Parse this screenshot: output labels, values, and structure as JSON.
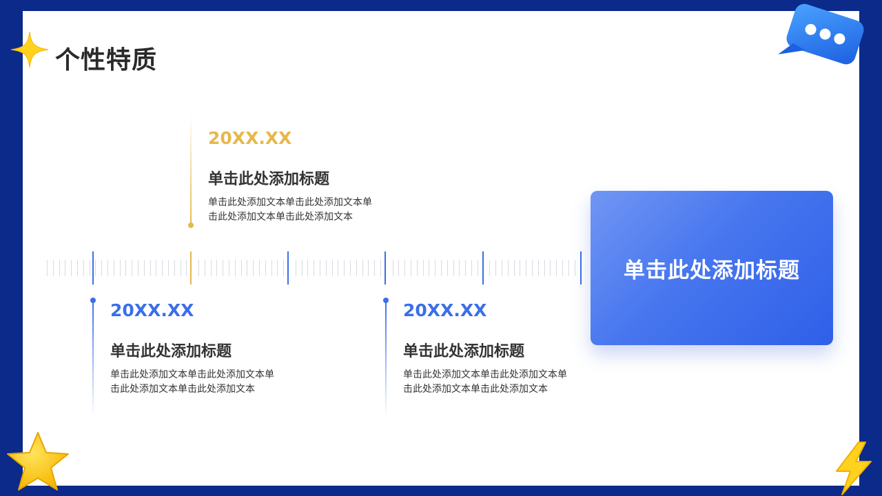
{
  "slide": {
    "title": "个性特质",
    "feature_card": {
      "label": "单击此处添加标题"
    },
    "timeline": [
      {
        "date": "20XX.XX",
        "heading": "单击此处添加标题",
        "body": "单击此处添加文本单击此处添加文本单击此处添加文本单击此处添加文本",
        "color": "#e6b84a"
      },
      {
        "date": "20XX.XX",
        "heading": "单击此处添加标题",
        "body": "单击此处添加文本单击此处添加文本单击此处添加文本单击此处添加文本",
        "color": "#3b6ee8"
      },
      {
        "date": "20XX.XX",
        "heading": "单击此处添加标题",
        "body": "单击此处添加文本单击此处添加文本单击此处添加文本单击此处添加文本",
        "color": "#3b6ee8"
      }
    ]
  },
  "colors": {
    "frame": "#0b2a8a",
    "accent_blue": "#3b6ee8",
    "accent_gold": "#e6b84a",
    "text_dark": "#333333"
  },
  "icons": [
    "sparkle-icon",
    "chat-bubble-icon",
    "star-icon",
    "lightning-icon"
  ]
}
